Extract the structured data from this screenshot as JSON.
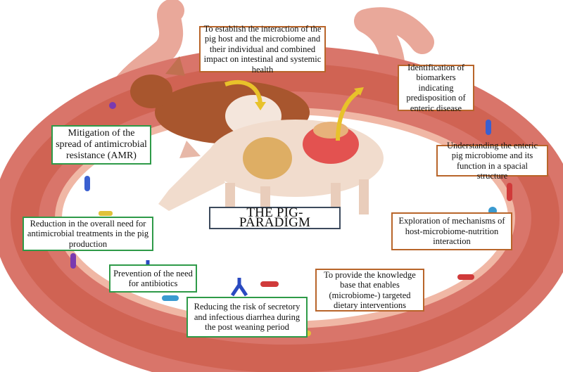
{
  "title": "THE PIG-PARADIGM",
  "colors": {
    "research_goal_border": "#b8652a",
    "outcome_border": "#2e9a48",
    "title_border": "#3c4a5c"
  },
  "research_goals": [
    "To establish the interaction of the pig host and the microbiome and their individual and combined impact on intestinal and systemic health",
    "Identification of biomarkers indicating predisposition of enteric disease",
    "Understanding the enteric pig microbiome and its function in a spacial structure",
    "Exploration of mechanisms of host-microbiome-nutrition interaction",
    "To provide the knowledge base that enables (microbiome-) targeted dietary interventions"
  ],
  "outcomes": [
    "Mitigation of the spread of antimicrobial resistance (AMR)",
    "Reduction in the overall need for antimicrobial treatments in the pig production",
    "Prevention of the need for antibiotics",
    "Reducing the risk of secretory and infectious diarrhea during the post weaning period"
  ]
}
